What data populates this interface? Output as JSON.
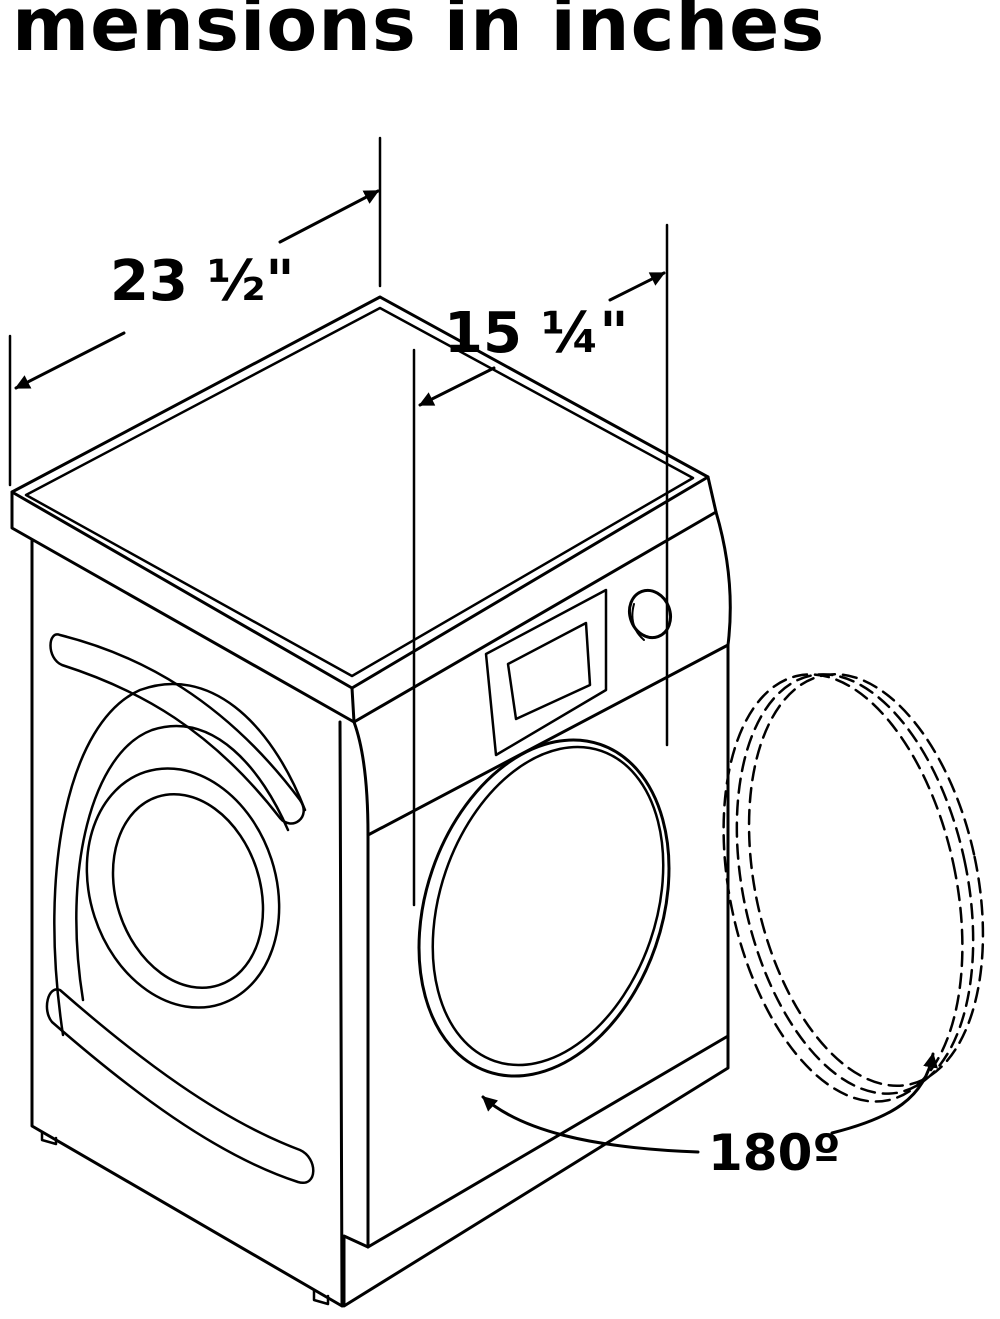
{
  "title": "mensions in inches",
  "dimensions": {
    "width_label": "23 ½\"",
    "depth_label": "15 ¼\"",
    "door_angle_label": "180º"
  },
  "colors": {
    "line": "#000000",
    "background": "#ffffff"
  }
}
